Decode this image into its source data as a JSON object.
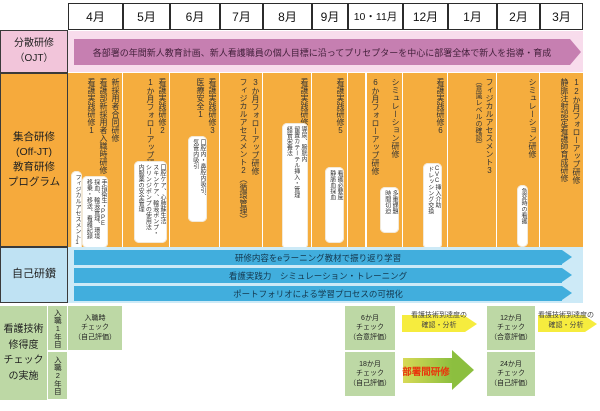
{
  "months": [
    "4月",
    "5月",
    "6月",
    "7月",
    "8月",
    "9月",
    "10・11月",
    "12月",
    "1月",
    "2月",
    "3月"
  ],
  "ojt": {
    "label_lines": [
      "分散研修",
      "（OJT）"
    ],
    "band_text": "各部署の年間新人教育計画、新人看護職員の個人目標に沿ってプリセプターを中心に部署全体で新人を指導・育成"
  },
  "offjt": {
    "label_lines": [
      "集合研修",
      "(Off-JT)",
      "教育研修",
      "プログラム"
    ],
    "columns": [
      {
        "month": "4月",
        "titles": [
          "新採用者合同研修",
          "看護部新採用者入職時研修",
          "看護実践研修1"
        ],
        "boxes": [
          {
            "lines": [
              "手指衛生・PPE",
              "採血、輸液管理、環境",
              "移乗・移送、看護記録"
            ]
          },
          {
            "lines": [
              "フィジカルアセスメント1"
            ]
          }
        ]
      },
      {
        "month": "5月",
        "titles": [
          "看護実践研修2",
          "1か月フォローアップ研修"
        ],
        "boxes": [
          {
            "lines": [
              "口腔ケア、心肺蘇生法",
              "スキンケア、輸液ポンプ・",
              "シリンジポンプの使用法",
              "内服薬の安全管理"
            ]
          }
        ]
      },
      {
        "month": "6月",
        "titles": [
          "看護実践研修3",
          "医療安全1"
        ],
        "boxes": [
          {
            "lines": [
              "口腔内・鼻腔内吸引、",
              "気管内吸引"
            ]
          }
        ]
      },
      {
        "month": "7月",
        "titles": [
          "3か月フォローアップ研修",
          "フィジカルアセスメント2（循環管理）"
        ],
        "boxes": []
      },
      {
        "month": "8月",
        "titles": [
          "看護実践研修4"
        ],
        "boxes": [
          {
            "lines": [
              "導尿、膀胱内",
              "留置カテーテル挿入・管理",
              "経管栄養法"
            ]
          }
        ]
      },
      {
        "month": "9月",
        "titles": [
          "看護実践研修5"
        ],
        "boxes": [
          {
            "lines": [
              "看護必要度",
              "静脈血採血"
            ]
          }
        ]
      },
      {
        "month": "10・11月",
        "titles": [
          "シミュレーション研修",
          "6か月フォローアップ研修"
        ],
        "boxes": [
          {
            "lines": [
              "多重課題",
              "時間切迫"
            ]
          }
        ]
      },
      {
        "month": "12月",
        "titles": [
          "看護実践研修6"
        ],
        "boxes": [
          {
            "lines": [
              "CVC挿入介助",
              "ドレッシング交換"
            ]
          }
        ]
      },
      {
        "month": "1月",
        "titles": [
          "フィジカルアセスメント3",
          "（意識レベルの確認）"
        ],
        "boxes": []
      },
      {
        "month": "2月",
        "titles": [
          "シミュレーション研修"
        ],
        "boxes": [
          {
            "lines": [
              "急変時の看護"
            ]
          }
        ]
      },
      {
        "month": "3月",
        "titles": [
          "12か月フォローアップ研修",
          "静脈注射認定看護師育成研修"
        ],
        "boxes": []
      }
    ]
  },
  "self_study": {
    "label": "自己研鑽",
    "bands": [
      "研修内容をeラーニング教材で振り返り学習",
      "看護実践力　シミュレーション・トレーニング",
      "ポートフォリオによる学習プロセスの可視化"
    ]
  },
  "skill_check": {
    "label_lines": [
      "看護技術",
      "修得度",
      "チェック",
      "の実施"
    ],
    "year1_label": "入職1年目",
    "year2_label": "入職2年目",
    "boxes": {
      "entry": [
        "入職時",
        "チェック",
        "（自己評価）"
      ],
      "m6": [
        "6か月",
        "チェック",
        "（合意評価）"
      ],
      "m12": [
        "12か月",
        "チェック",
        "（合意評価）"
      ],
      "m18": [
        "18か月",
        "チェック",
        "（自己評価）"
      ],
      "m24": [
        "24か月",
        "チェック",
        "（自己評価）"
      ]
    },
    "arrow_check_lines": [
      "看護技術到達度の",
      "確認・分析"
    ],
    "dept_arrow_label": "部署間研修"
  },
  "colors": {
    "ojt_band": "#c67fb1",
    "ojt_bg": "#f8dcec",
    "ojt_label_bg": "#f2c5da",
    "offjt_column": "#f5ad3e",
    "self_band": "#41aedd",
    "self_bg": "#cdeaf7",
    "check_green": "#bdd8a5",
    "arrow_yellow": "#f6ec3e",
    "dept_arrow_green": "#8cbf3f",
    "dept_arrow_text": "#e8380d"
  }
}
